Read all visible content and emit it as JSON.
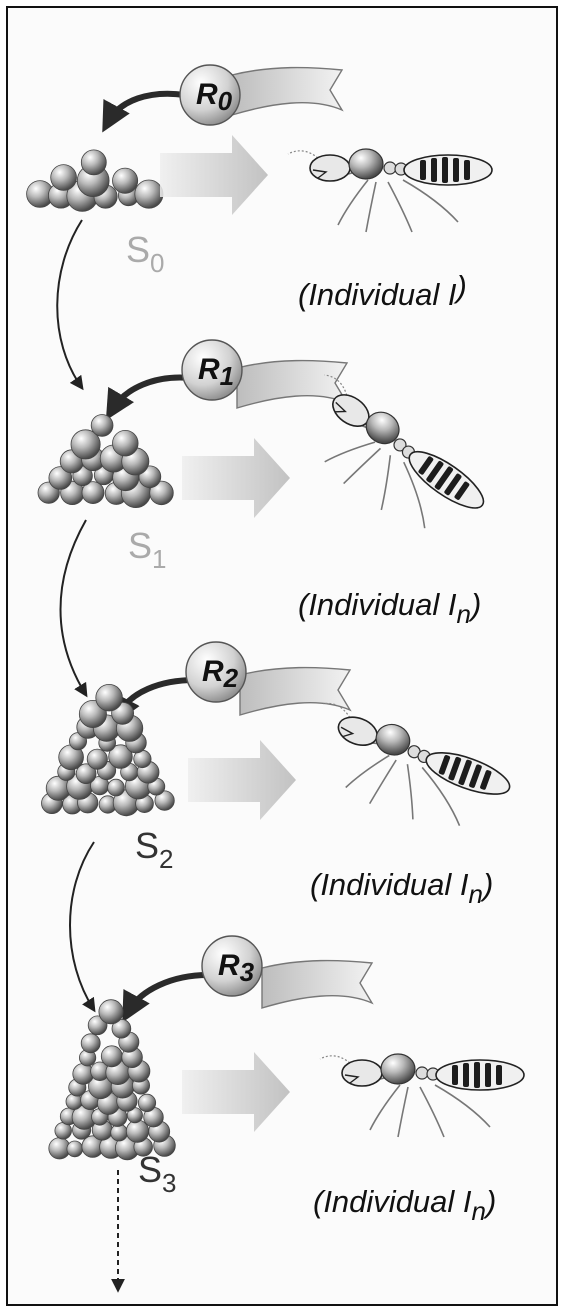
{
  "stages": [
    {
      "s_main": "S",
      "s_sub": "0",
      "r_main": "R",
      "r_sub": "0",
      "ind_main": "(Individual I",
      "ind_sub": "",
      "ind_close": ")"
    },
    {
      "s_main": "S",
      "s_sub": "1",
      "r_main": "R",
      "r_sub": "1",
      "ind_main": "(Individual I",
      "ind_sub": "n",
      "ind_close": ")"
    },
    {
      "s_main": "S",
      "s_sub": "2",
      "r_main": "R",
      "r_sub": "2",
      "ind_main": "(Individual I",
      "ind_sub": "n",
      "ind_close": ")"
    },
    {
      "s_main": "S",
      "s_sub": "3",
      "r_main": "R",
      "r_sub": "3",
      "ind_main": "(Individual I",
      "ind_sub": "n",
      "ind_close": ")"
    }
  ],
  "icons": {
    "pile": "pellet-pile-icon",
    "termite": "termite-icon",
    "rule": "rule-circle-icon"
  },
  "colors": {
    "s0_label": "#aaaaaa",
    "s_label": "#333333",
    "ball": "#8a8a8a",
    "arrow": "#c4c4c4"
  }
}
